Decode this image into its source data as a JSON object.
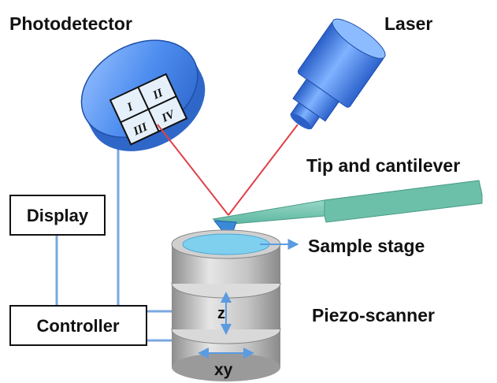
{
  "labels": {
    "photodetector": "Photodetector",
    "laser": "Laser",
    "tip": "Tip and cantilever",
    "display": "Display",
    "sample": "Sample stage",
    "piezo": "Piezo-scanner",
    "controller": "Controller",
    "z": "z",
    "xy": "xy"
  },
  "quadrants": [
    "I",
    "II",
    "III",
    "IV"
  ],
  "colors": {
    "device_blue": "#3d7fe0",
    "cantilever_green": "#8fd6c4",
    "laser_beam": "#e04048",
    "stage_top": "#7fd0ef",
    "cylinder_gray": "#b7b7b7",
    "wire": "#7aa7e0"
  }
}
